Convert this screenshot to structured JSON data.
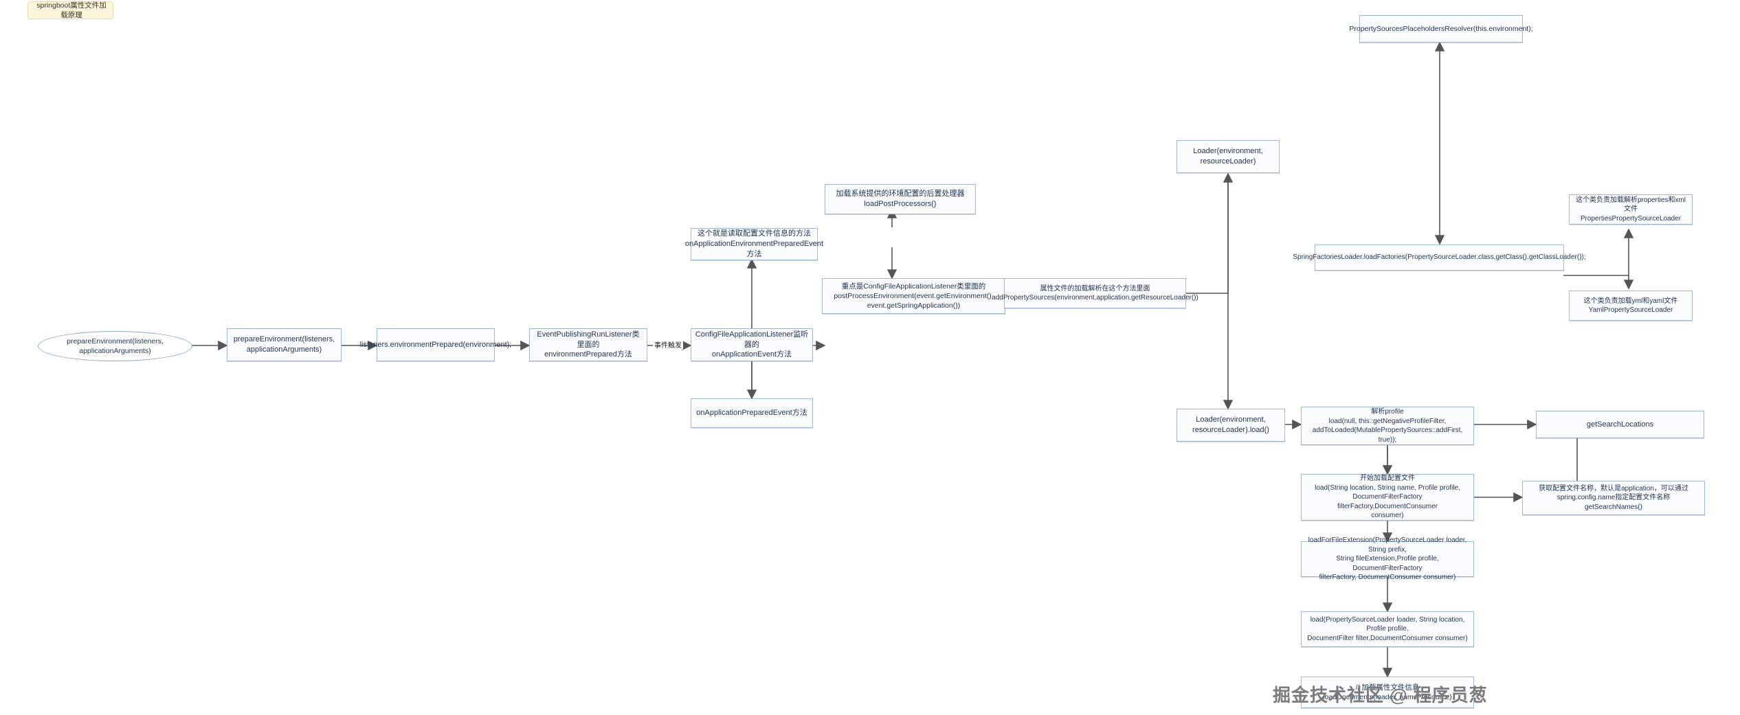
{
  "diagram": {
    "title_note": "springboot属性文件加载原理",
    "watermark": "掘金技术社区 @ 程序员葱",
    "colors": {
      "node_border": "#9fb6d4",
      "node_fill": "#fbfcfe",
      "sticky_fill": "#fdf6dd",
      "sticky_border": "#e7dbb0",
      "link": "#555555",
      "text": "#1f3250",
      "watermark": "#7b7b7b"
    },
    "edge_labels": [
      {
        "id": "evt",
        "text": "事件触发"
      }
    ],
    "nodes": [
      {
        "id": "n_start",
        "text": "prepareEnvironment(listeners, applicationArguments)"
      },
      {
        "id": "n_prepare",
        "text": "prepareEnvironment(listeners,\napplicationArguments)"
      },
      {
        "id": "n_listeners",
        "text": "listeners.environmentPrepared(environment);"
      },
      {
        "id": "n_eventpub",
        "text": "EventPublishingRunListener类里面的\nenvironmentPrepared方法"
      },
      {
        "id": "n_configlist",
        "text": "ConfigFileApplicationListener监听器的\nonApplicationEvent方法"
      },
      {
        "id": "n_onappprep",
        "text": "onApplicationPreparedEvent方法"
      },
      {
        "id": "n_onappenvprep",
        "text": "这个就是读取配置文件信息的方法\nonApplicationEnvironmentPreparedEvent方法"
      },
      {
        "id": "n_loadpost",
        "text": "加载系统提供的环境配置的后置处理器\nloadPostProcessors()"
      },
      {
        "id": "n_postprocess",
        "text": "重点是ConfigFileApplicationListener类里面的\npostProcessEnvironment(event.getEnvironment(),\nevent.getSpringApplication())"
      },
      {
        "id": "n_addprop",
        "text": "属性文件的加载解析在这个方法里面\naddPropertySources(environment,application.getResourceLoader())"
      },
      {
        "id": "n_loaderctor",
        "text": "Loader(environment, resourceLoader)"
      },
      {
        "id": "n_resolver",
        "text": "PropertySourcesPlaceholdersResolver(this.environment);"
      },
      {
        "id": "n_springfac",
        "text": "SpringFactoriesLoader.loadFactories(PropertySourceLoader.class,getClass().getClassLoader());"
      },
      {
        "id": "n_propsloader",
        "text": "这个类负责加载解析properties和xml文件\nPropertiesPropertySourceLoader"
      },
      {
        "id": "n_yamlloader",
        "text": "这个类负责加载yml和yaml文件\nYamlPropertySourceLoader"
      },
      {
        "id": "n_loaderload",
        "text": "Loader(environment,\nresourceLoader).load()"
      },
      {
        "id": "n_profile",
        "text": "解析profile\nload(null, this::getNegativeProfileFilter,\naddToLoaded(MutablePropertySources::addFirst, true));"
      },
      {
        "id": "n_searchloc",
        "text": "getSearchLocations"
      },
      {
        "id": "n_searchnames",
        "text": "获取配置文件名称，默认是application，可以通过\nspring.config.name指定配置文件名称\ngetSearchNames()"
      },
      {
        "id": "n_loadstart",
        "text": "开始加载配置文件\nload(String location, String name, Profile profile,\nDocumentFilterFactory filterFactory,DocumentConsumer\nconsumer)"
      },
      {
        "id": "n_loadext",
        "text": "loadForFileExtension(PropertySourceLoader loader, String prefix,\nString fileExtension,Profile profile, DocumentFilterFactory\nfilterFactory, DocumentConsumer consumer)"
      },
      {
        "id": "n_loadpsl",
        "text": "load(PropertySourceLoader loader, String location, Profile profile,\nDocumentFilter filter,DocumentConsumer consumer)"
      },
      {
        "id": "n_loaddocs",
        "text": "// 加载属性文件信息\nloadDocuments(loader, name, resource)"
      }
    ]
  }
}
